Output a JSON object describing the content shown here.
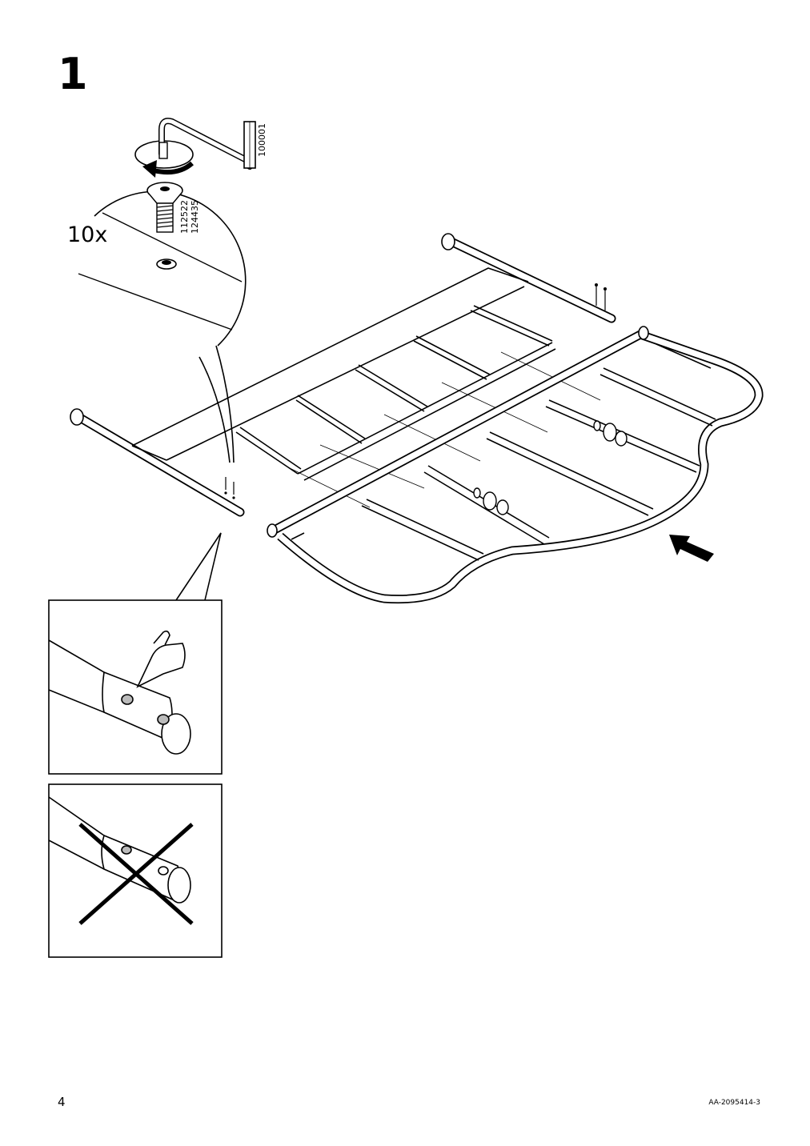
{
  "step": {
    "number": "1"
  },
  "callout": {
    "quantity": "10x"
  },
  "parts": {
    "tool_id": "100001",
    "screw_id_1": "112522",
    "screw_id_2": "124435"
  },
  "footer": {
    "page_number": "4",
    "document_code": "AA-2095414-3"
  },
  "icons": [
    "allen-key-icon",
    "rotate-arrow-icon",
    "screw-icon",
    "pointing-hand-icon",
    "cross-mark-icon",
    "direction-arrow-icon"
  ]
}
